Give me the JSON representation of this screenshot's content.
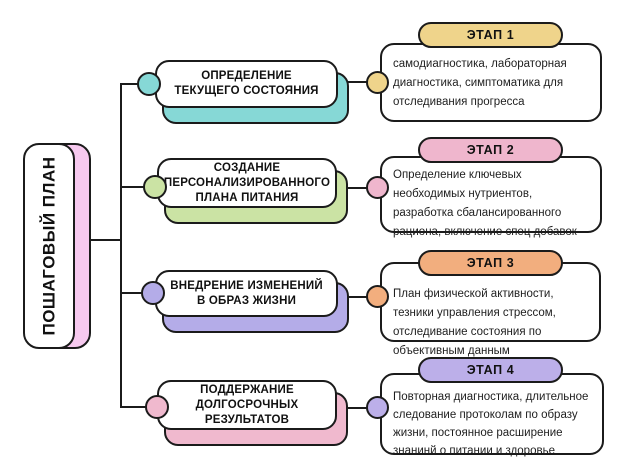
{
  "root": {
    "label": "ПОШАГОВЫЙ ПЛАН",
    "accent": "#f7c9ef"
  },
  "branches": [
    {
      "title": "ОПРЕДЕЛЕНИЕ ТЕКУЩЕГО СОСТОЯНИЯ",
      "accent": "#86d8d6",
      "stage": {
        "badge": "ЭТАП 1",
        "accent": "#efd48b",
        "description": "самодиагностика, лабораторная диагностика, симптоматика для отследивания прогресса"
      }
    },
    {
      "title": "СОЗДАНИЕ ПЕРСОНАЛИЗИРОВАННОГО ПЛАНА ПИТАНИЯ",
      "accent": "#cbe3a4",
      "stage": {
        "badge": "ЭТАП 2",
        "accent": "#efb6cd",
        "description": "Определение ключевых необходимых нутриентов, разработка сбалансированного рациона, включение спец добавок"
      }
    },
    {
      "title": "ВНЕДРЕНИЕ ИЗМЕНЕНИЙ В ОБРАЗ ЖИЗНИ",
      "accent": "#b4ace8",
      "stage": {
        "badge": "ЭТАП 3",
        "accent": "#f2ae7e",
        "description": "План физической активности, тезники управления стрессом, отследивание состояния по объективным данным"
      }
    },
    {
      "title": "ПОДДЕРЖАНИЕ ДОЛГОСРОЧНЫХ РЕЗУЛЬТАТОВ",
      "accent": "#f0b9ce",
      "stage": {
        "badge": "ЭТАП 4",
        "accent": "#bcafe9",
        "description": "Повторная диагностика, длительное следование протоколам по образу жизни, постоянное расширение знанинй о питании и здоровье"
      }
    }
  ]
}
